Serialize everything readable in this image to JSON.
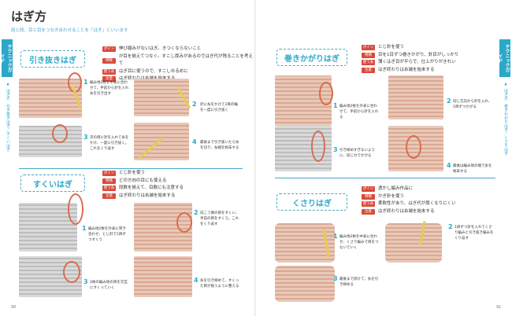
{
  "left": {
    "title": "はぎ方",
    "intro": "段と段、目と目をつなぎ合わせることを「はぎ」といいます",
    "side_tab": "テクニックガイド",
    "side_sub": "♦ はぎ方　引き抜きはぎ／すくいはぎ",
    "section1": {
      "heading": "引き抜きはぎ",
      "specs": [
        {
          "tag": "ポイント",
          "text": "伸び縮みがないはぎ。きつくならないこと"
        },
        {
          "tag": "特徴",
          "text": "が目を揃えてつなぐ。すこし厚みがあるのではぎ代が残ることを考えて"
        },
        {
          "tag": "使う糸",
          "text": "はぎ目に使うので、すこしゆるめに"
        },
        {
          "tag": "注意",
          "text": "はぎ終わりは糸端を始末する"
        }
      ],
      "steps": [
        {
          "num": "1",
          "text": "編み地2枚を中表に合わせて、手前から針を入れ糸を引き出す"
        },
        {
          "num": "2",
          "text": "針に糸をかけて2目の輪を一度に引き抜く"
        },
        {
          "num": "3",
          "text": "次の目に針を入れて糸をかけ、一度に引き抜く。これをくり返す"
        },
        {
          "num": "4",
          "text": "最後まで引き抜いたら糸を切り、糸端を始末する"
        }
      ]
    },
    "section2": {
      "heading": "すくいはぎ",
      "specs": [
        {
          "tag": "ポイント",
          "text": "とじ針を使う"
        },
        {
          "tag": "特徴",
          "text": "どの方向の目にも使える"
        },
        {
          "tag": "使う糸",
          "text": "段数を揃えて、目数にも注意する"
        },
        {
          "tag": "注意",
          "text": "はぎ終わりは糸端を始末する"
        }
      ],
      "steps": [
        {
          "num": "1",
          "text": "編み地2枚を外表に突き合わせ、とじ針で1目ずつすくう"
        },
        {
          "num": "2",
          "text": "向こう側の目をすくい、手前の目をすくう。これをくり返す"
        },
        {
          "num": "3",
          "text": "2枚の編み地の目を交互にすくっていく"
        },
        {
          "num": "4",
          "text": "糸を引き締めて、すくった目が揃うように整える"
        }
      ]
    },
    "page_number": "90"
  },
  "right": {
    "side_tab": "テクニックガイド",
    "side_sub": "♦ はぎ方　巻きかがりはぎ／くさりはぎ",
    "section1": {
      "heading": "巻きかがりはぎ",
      "specs": [
        {
          "tag": "ポイント",
          "text": "とじ針を使う"
        },
        {
          "tag": "特徴",
          "text": "目を1目ずつ巻きかがり、針目がしっかり"
        },
        {
          "tag": "使う糸",
          "text": "薄くはぎ目が平らで、仕上がりがきれい"
        },
        {
          "tag": "注意",
          "text": "はぎ終わりは糸端を始末する"
        }
      ],
      "steps": [
        {
          "num": "1",
          "text": "編み地2枚を外表に合わせて、手前から針を入れる"
        },
        {
          "num": "2",
          "text": "同じ方向から針を入れ、1目ずつかがる"
        },
        {
          "num": "3",
          "text": "引き締めすぎないように、同じ力でかがる"
        },
        {
          "num": "4",
          "text": "最後は編み地の端で糸を始末する"
        }
      ]
    },
    "section2": {
      "heading": "くさりはぎ",
      "specs": [
        {
          "tag": "ポイント",
          "text": "透かし編み作品に"
        },
        {
          "tag": "特徴",
          "text": "かぎ針を使う"
        },
        {
          "tag": "使う糸",
          "text": "柔軟性があり、はぎ代が厚くなりにくい"
        },
        {
          "tag": "注意",
          "text": "はぎ終わりは糸端を始末する"
        }
      ],
      "steps": [
        {
          "num": "1",
          "text": "編み地2枚を中表に合わせ、くさり編みで目をつないでいく"
        },
        {
          "num": "2",
          "text": "1目ずつ針を入れてくさり編みと引き抜き編みをくり返す"
        },
        {
          "num": "3",
          "text": "最後まで続けて、糸を引き締める"
        }
      ]
    },
    "page_number": "91"
  },
  "colors": {
    "accent": "#2aa7c9",
    "tag": "#d94a3b",
    "yarn": "#d96c4e",
    "fabric_pink": "#e9c8b8"
  }
}
